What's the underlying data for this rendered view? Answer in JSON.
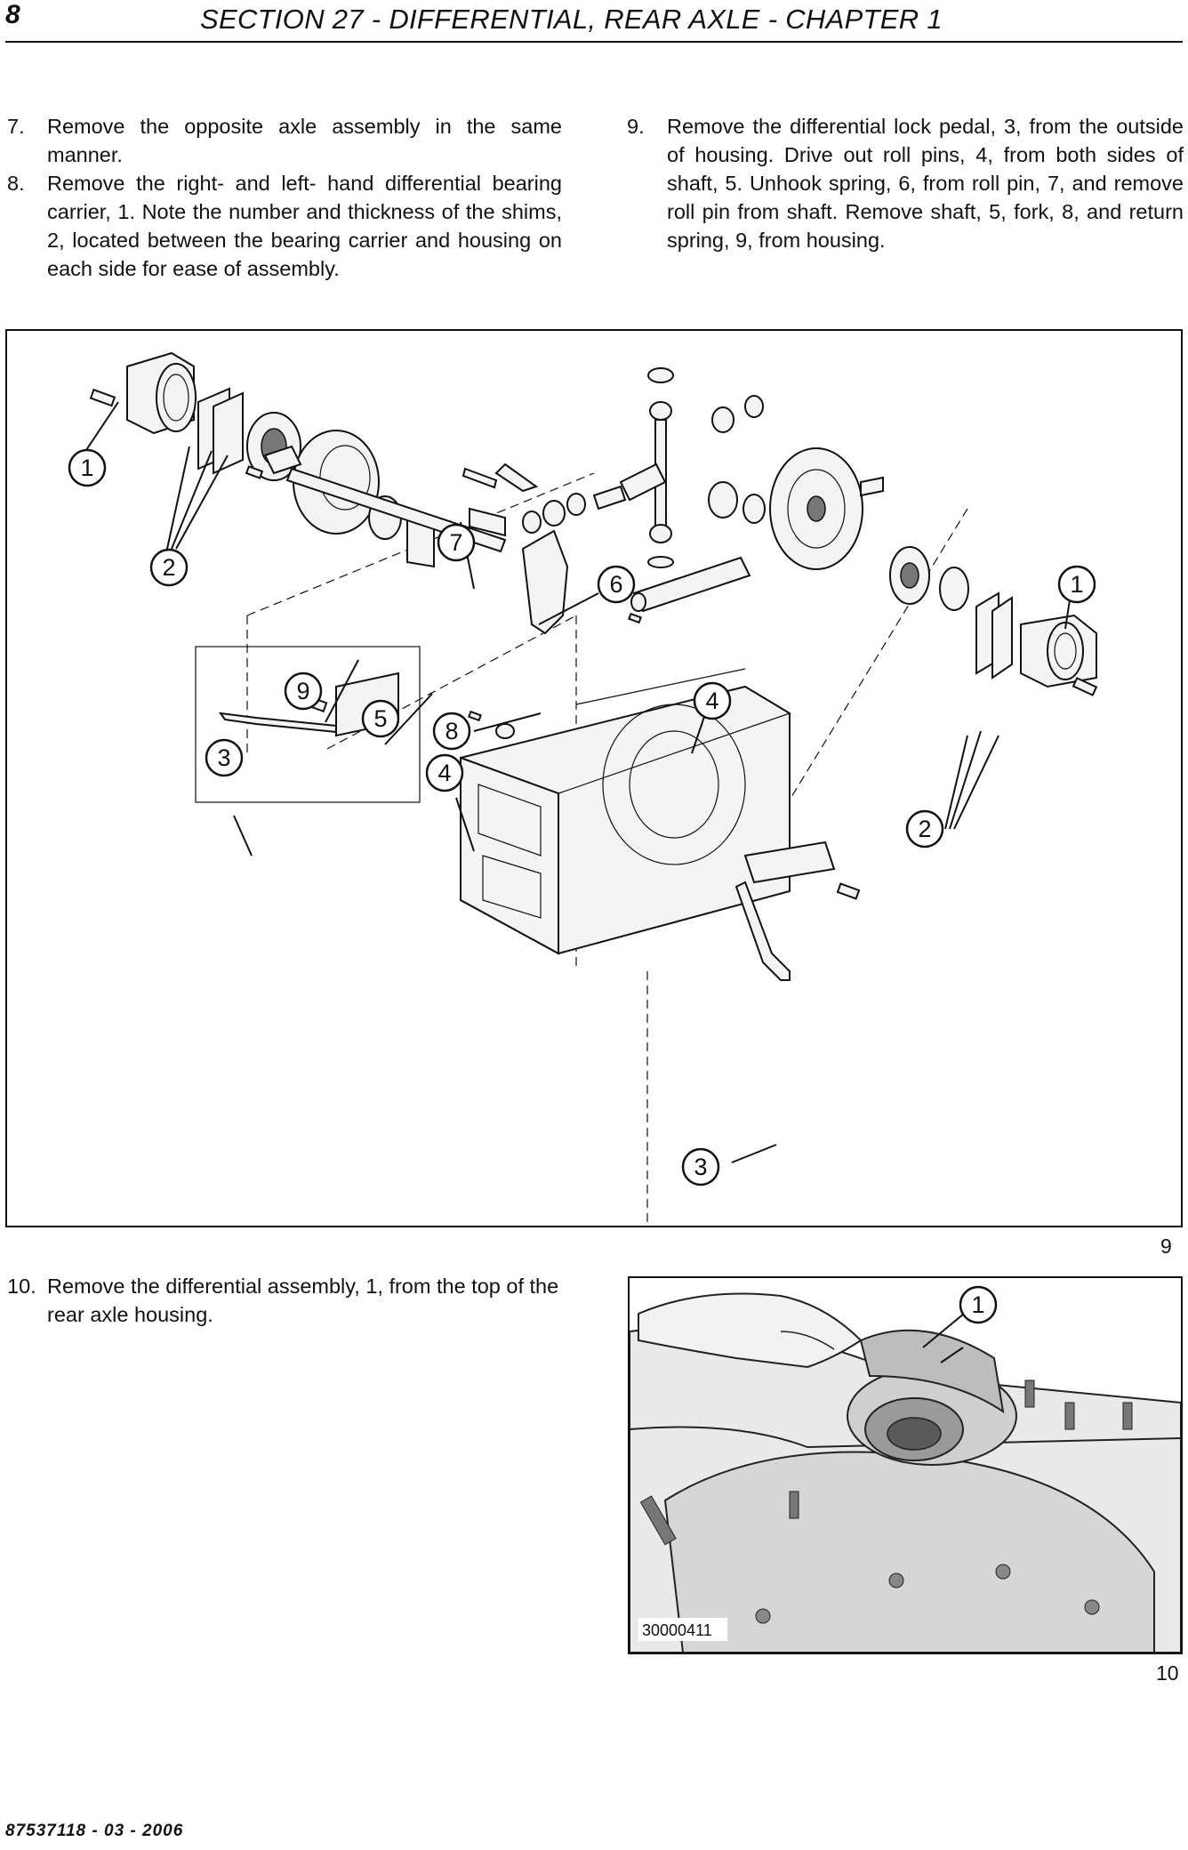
{
  "header": {
    "page_number": "8",
    "section_title": "SECTION 27 - DIFFERENTIAL, REAR AXLE - CHAPTER 1"
  },
  "steps_left": [
    {
      "num": "7.",
      "text": "Remove the opposite axle assembly in the same manner."
    },
    {
      "num": "8.",
      "text": "Remove the right- and left- hand differential bearing carrier, 1. Note the number and thickness of the shims, 2, located between the bearing carrier and housing on each side for ease of assembly."
    }
  ],
  "steps_right": [
    {
      "num": "9.",
      "text": "Remove the differential lock pedal, 3, from the outside of housing. Drive out roll pins, 4, from both sides of shaft, 5. Unhook spring, 6, from roll pin, 7, and remove roll pin from shaft. Remove shaft, 5, fork, 8, and return spring, 9, from housing."
    }
  ],
  "steps_lower": [
    {
      "num": "10.",
      "text": "Remove the differential assembly, 1, from the top of the rear axle housing."
    }
  ],
  "figure9": {
    "number": "9",
    "callouts": [
      "1",
      "2",
      "7",
      "6",
      "1",
      "9",
      "5",
      "8",
      "4",
      "3",
      "4",
      "2",
      "3"
    ]
  },
  "figure10": {
    "number": "10",
    "callout": "1",
    "photo_code": "30000411"
  },
  "footer": {
    "doc_id": "87537118 - 03 - 2006"
  }
}
